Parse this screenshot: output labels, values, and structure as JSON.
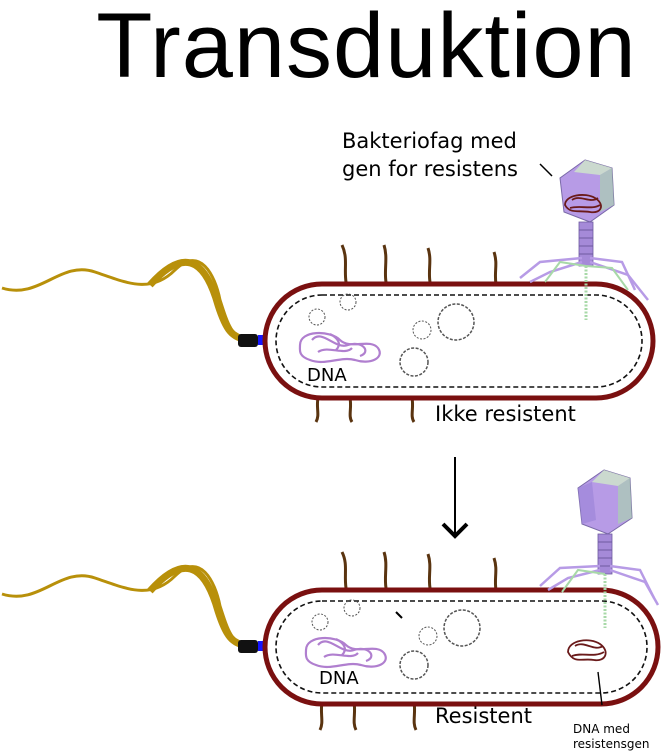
{
  "title": "Transduktion",
  "phage_label": {
    "line1": "Bakteriofag med",
    "line2": "gen for resistens"
  },
  "top_cell": {
    "dna_label": "DNA",
    "status_label": "Ikke resistent"
  },
  "bottom_cell": {
    "dna_label": "DNA",
    "status_label": "Resistent",
    "gene_label": {
      "line1": "DNA med",
      "line2": "resistensgen"
    }
  },
  "colors": {
    "cell_wall": "#7a1010",
    "pili": "#5a3410",
    "flagellum": "#b8900a",
    "dna_loops": "#b07fcf",
    "phage_head": "#b79be6",
    "phage_dna": "#6a1a1a"
  }
}
